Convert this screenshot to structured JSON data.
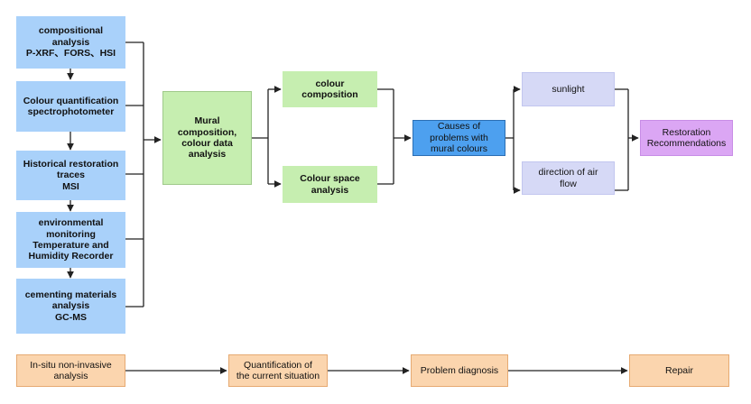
{
  "colors": {
    "method_box": "#a9d1fa",
    "analysis_box": "#c6eeb0",
    "factor_box": "#d6d9f6",
    "cause_box": "#4da0ef",
    "recommendation_box": "#dba6f4",
    "workflow_box": "#fbd5ae",
    "connector": "#222222"
  },
  "methods": [
    "compositional\nanalysis\nP-XRF、FORS、HSI",
    "Colour quantification\nspectrophotometer",
    "Historical restoration\ntraces\nMSI",
    "environmental\nmonitoring\nTemperature and\nHumidity Recorder",
    "cementing materials\nanalysis\nGC-MS"
  ],
  "central": "Mural\ncomposition,\ncolour data\nanalysis",
  "analysis": {
    "colour_composition": "colour\ncomposition",
    "colour_space": "Colour space\nanalysis"
  },
  "causes": "Causes of\nproblems with\nmural colours",
  "factors": {
    "sunlight": "sunlight",
    "air_flow": "direction of air\nflow"
  },
  "recommendation": "Restoration\nRecommendations",
  "workflow": [
    "In-situ non-invasive\nanalysis",
    "Quantification of\nthe current situation",
    "Problem diagnosis",
    "Repair"
  ]
}
